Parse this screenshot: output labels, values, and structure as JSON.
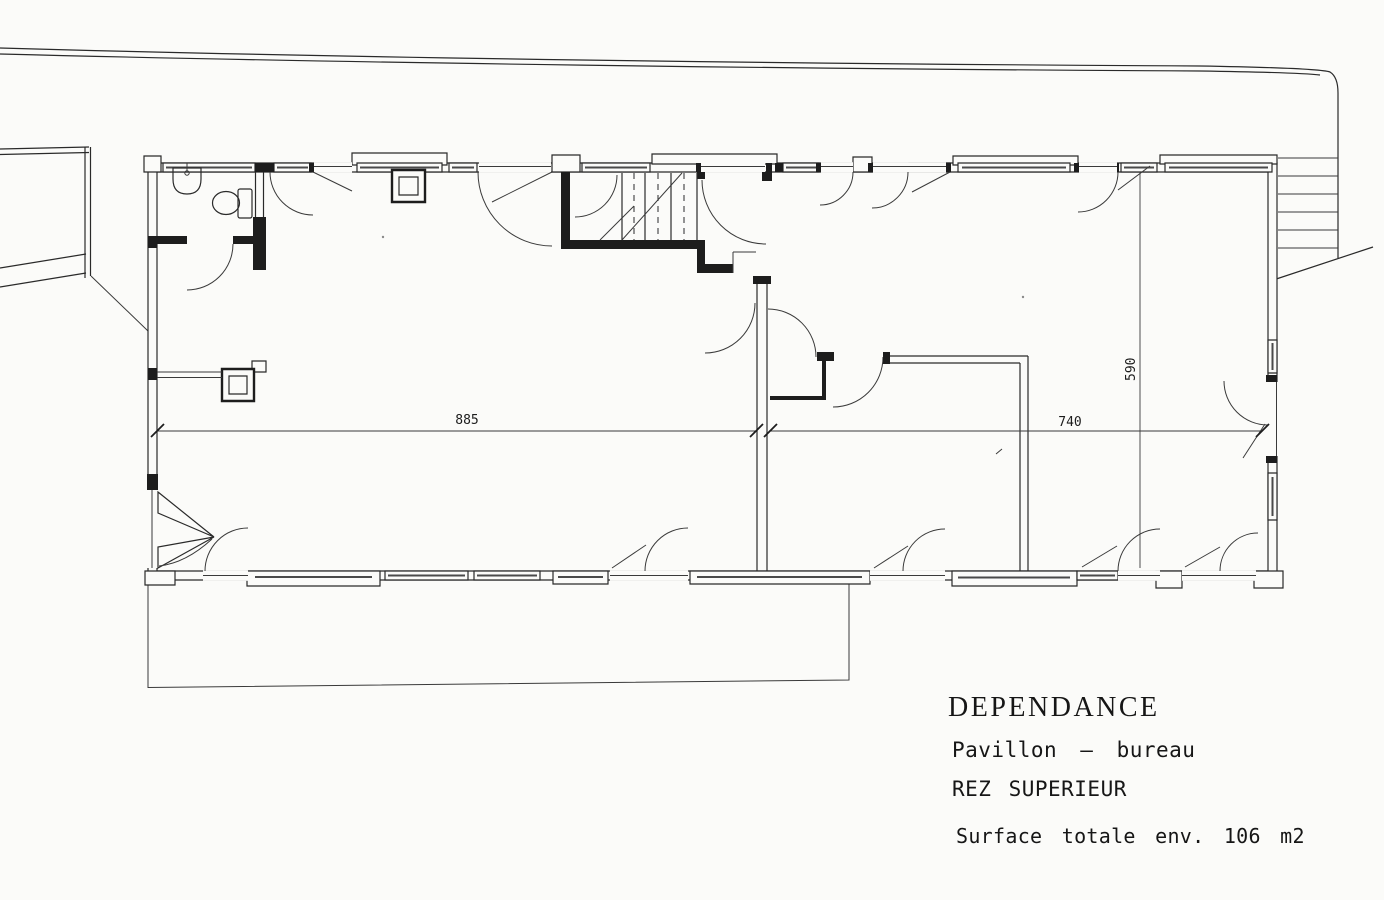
{
  "title_block": {
    "building_name": "DEPENDANCE",
    "description": "Pavillon – bureau",
    "floor_label": "REZ SUPERIEUR",
    "area_note": "Surface totale env. 106 m2"
  },
  "dimension_labels": {
    "hall_width_cm": "885",
    "room_width_cm": "740",
    "depth_cm": "590"
  },
  "symbols": {
    "interior_staircase": "staircase-treads-symbol",
    "exterior_steps": "exterior-steps-symbol",
    "toilet": "toilet-plan-symbol",
    "sink": "sink-plan-symbol",
    "chimney_flues": "chimney-flue-symbol",
    "doors": "door-swing-arc-symbol",
    "windows": "window-double-line-symbol",
    "terrace": "terrace-outline-symbol",
    "site_boundary": "site-boundary-line"
  },
  "colors": {
    "paper": "#fbfbf9",
    "ink": "#2a2a2a"
  }
}
